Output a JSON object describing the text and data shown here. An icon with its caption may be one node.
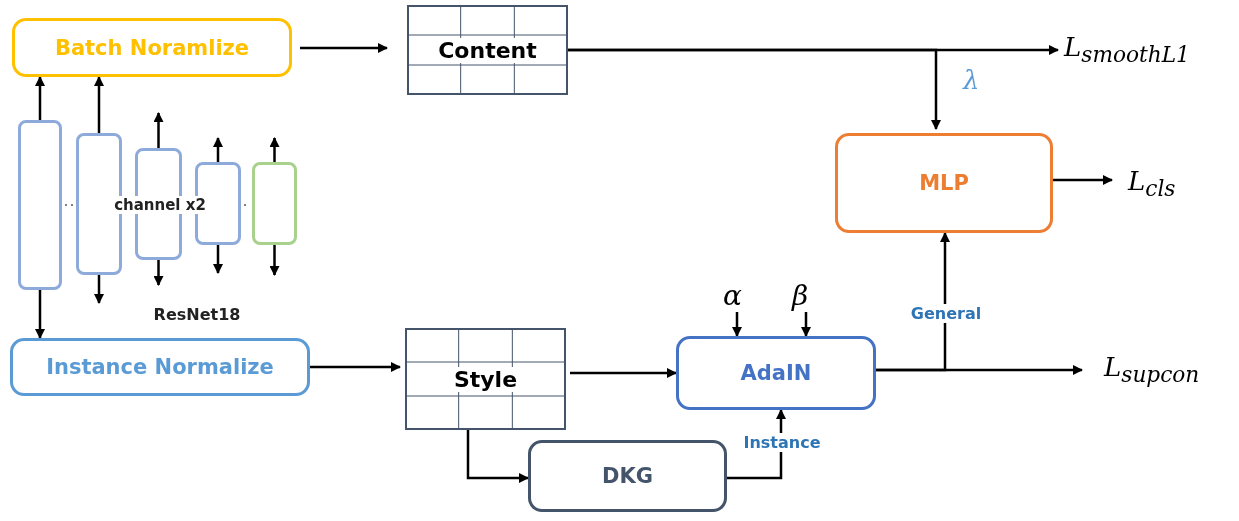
{
  "diagram": {
    "nodes": [
      {
        "text": [
          "Batch Noramlize"
        ]
      },
      {
        "text": [
          "Content"
        ]
      },
      {
        "text": [
          "L$_{smoothL1}$"
        ]
      },
      {
        "text": [
          "MLP"
        ]
      },
      {
        "text": [
          "L$_{cls}$"
        ]
      },
      {
        "text": [],
        "shape": "box"
      },
      {
        "text": [],
        "shape": "box"
      },
      {
        "text": [],
        "shape": "box"
      },
      {
        "text": [],
        "shape": "box"
      },
      {
        "text": [],
        "shape": "box"
      },
      {
        "text": [
          "Instance Normalize"
        ]
      },
      {
        "text": [
          "Style"
        ]
      },
      {
        "text": [
          "AdaIN"
        ]
      },
      {
        "text": [
          "DKG"
        ]
      },
      {
        "text": [
          "L$_{supcon}$"
        ]
      },
      {
        "text": [
          "α"
        ]
      },
      {
        "text": [
          "β"
        ]
      }
    ],
    "edges": [
      {
        "from": 0,
        "to": 1,
        "arrow": "to"
      },
      {
        "from": 1,
        "to": 2,
        "arrow": "to"
      },
      {
        "from": 1,
        "to": 3,
        "arrow": "to",
        "label": "λ"
      },
      {
        "from": 3,
        "to": 4,
        "arrow": "to"
      },
      {
        "from": 5,
        "to": 0,
        "arrow": "to"
      },
      {
        "from": 6,
        "to": 0,
        "arrow": "to"
      },
      {
        "from": 7,
        "to": null,
        "arrow": "to"
      },
      {
        "from": 8,
        "to": null,
        "arrow": "to"
      },
      {
        "from": 9,
        "to": null,
        "arrow": "to"
      },
      {
        "from": 5,
        "to": 10,
        "arrow": "to"
      },
      {
        "from": 6,
        "to": null,
        "arrow": "to"
      },
      {
        "from": 7,
        "to": null,
        "arrow": "to"
      },
      {
        "from": 8,
        "to": null,
        "arrow": "to"
      },
      {
        "from": 9,
        "to": null,
        "arrow": "to"
      },
      {
        "from": 10,
        "to": 11,
        "arrow": "to"
      },
      {
        "from": 11,
        "to": 12,
        "arrow": "to"
      },
      {
        "from": 15,
        "to": 12,
        "arrow": "to"
      },
      {
        "from": 16,
        "to": 12,
        "arrow": "to"
      },
      {
        "from": 11,
        "to": 13,
        "arrow": "to"
      },
      {
        "from": 13,
        "to": 12,
        "arrow": "to",
        "label": "Instance"
      },
      {
        "from": 12,
        "to": 14,
        "arrow": "to"
      },
      {
        "from": 12,
        "to": 3,
        "arrow": "to",
        "label": "General"
      }
    ],
    "labels": [
      "channel x2",
      "ResNet18"
    ]
  }
}
